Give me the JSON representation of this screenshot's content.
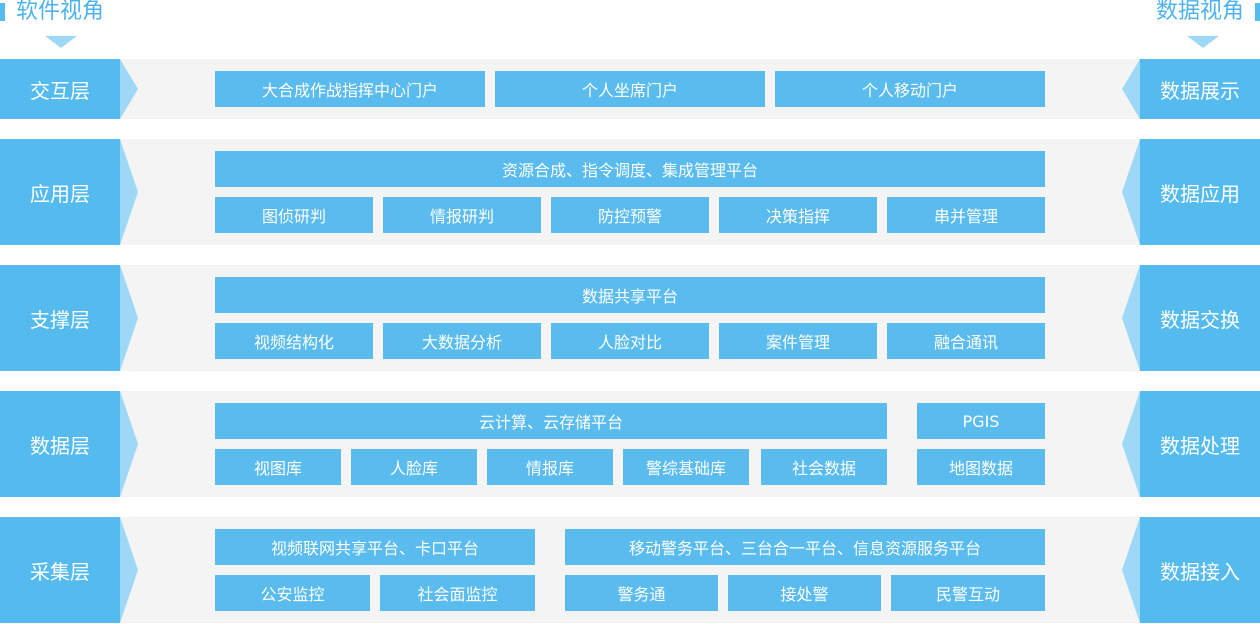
{
  "headers": {
    "left": "软件视角",
    "right": "数据视角"
  },
  "layers": [
    {
      "name": "交互层",
      "data_view": "数据展示",
      "items": [
        "大合成作战指挥中心门户",
        "个人坐席门户",
        "个人移动门户"
      ]
    },
    {
      "name": "应用层",
      "data_view": "数据应用",
      "platform": "资源合成、指令调度、集成管理平台",
      "items": [
        "图侦研判",
        "情报研判",
        "防控预警",
        "决策指挥",
        "串并管理"
      ]
    },
    {
      "name": "支撑层",
      "data_view": "数据交换",
      "platform": "数据共享平台",
      "items": [
        "视频结构化",
        "大数据分析",
        "人脸对比",
        "案件管理",
        "融合通讯"
      ]
    },
    {
      "name": "数据层",
      "data_view": "数据处理",
      "platform": "云计算、云存储平台",
      "side_platform": "PGIS",
      "items": [
        "视图库",
        "人脸库",
        "情报库",
        "警综基础库",
        "社会数据"
      ],
      "side_item": "地图数据"
    },
    {
      "name": "采集层",
      "data_view": "数据接入",
      "platform_a": "视频联网共享平台、卡口平台",
      "platform_b": "移动警务平台、三台合一平台、信息资源服务平台",
      "items_a": [
        "公安监控",
        "社会面监控"
      ],
      "items_b": [
        "警务通",
        "接处警",
        "民警互动"
      ]
    }
  ]
}
